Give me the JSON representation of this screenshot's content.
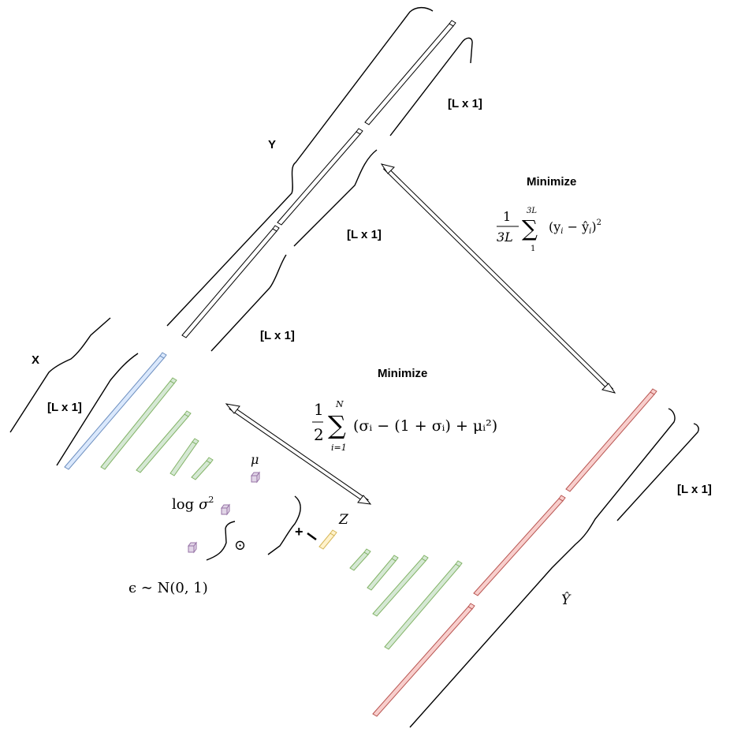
{
  "labels": {
    "y": "Y",
    "x": "X",
    "dim_y1": "[L x 1]",
    "dim_y2": "[L x 1]",
    "dim_y3": "[L x 1]",
    "dim_x": "[L x 1]",
    "dim_yhat": "[L x 1]",
    "minimize_top": "Minimize",
    "minimize_mid": "Minimize",
    "plus": "+",
    "odot": "⊙"
  },
  "math": {
    "mu": "μ",
    "logsigma_log": "log",
    "logsigma_sigma": "σ",
    "logsigma_sup": "2",
    "z": "Z",
    "eps": "ϵ ∼ N(0, 1)",
    "yhat": "Ŷ",
    "recon_num": "1",
    "recon_den": "3L",
    "recon_upper": "3L",
    "recon_lower": "1",
    "recon_sigma": "∑",
    "recon_body": "(y",
    "recon_i1": "i",
    "recon_mid": " − ŷ",
    "recon_i2": "i",
    "recon_end": ")",
    "recon_sup": "2",
    "kl_num": "1",
    "kl_den": "2",
    "kl_upper": "N",
    "kl_lower": "i=1",
    "kl_sigma": "∑",
    "kl_body": "(σᵢ − (1 + σᵢ) + μᵢ²)"
  },
  "colors": {
    "white_fill": "#ffffff",
    "blue_fill": "#dae8fc",
    "blue_stroke": "#6c8ebf",
    "green_fill": "#d5e8d4",
    "green_stroke": "#82b366",
    "red_fill": "#f8cecc",
    "red_stroke": "#b85450",
    "purple_fill": "#e1d5e7",
    "purple_stroke": "#9673a6",
    "yellow_fill": "#fff2cc",
    "yellow_stroke": "#d6b656"
  }
}
